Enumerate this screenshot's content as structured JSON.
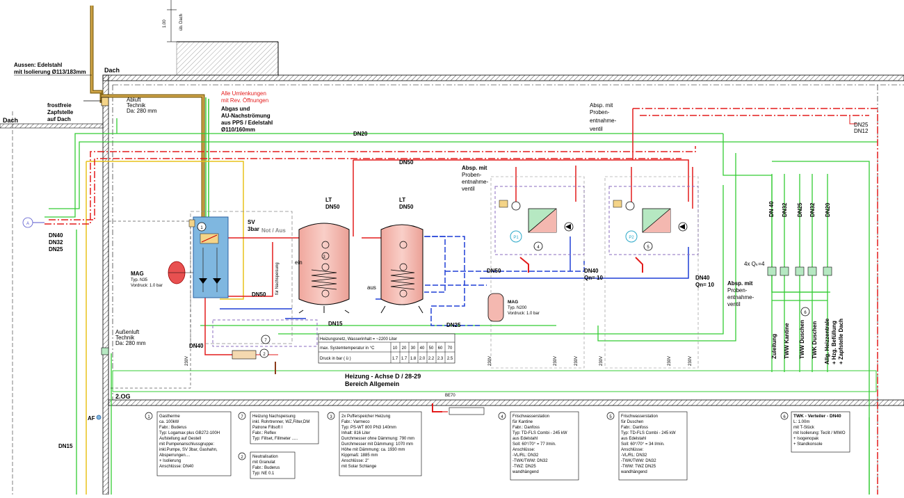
{
  "labels": {
    "aussen": "Aussen: Edelstahl",
    "aussen_iso": "mit Isolierung Ø113/183mm",
    "dach_top": "Dach",
    "dach_left": "Dach",
    "ab_dach": "1.00",
    "ab_dach2": "üb. Dach",
    "frostfrei1": "frostfreie",
    "frostfrei2": "Zapfstelle",
    "frostfrei3": "auf Dach",
    "abluft1": "Abluft",
    "abluft2": "Technik",
    "abluft3": "Da: 280 mm",
    "umlenk1": "Alle Umlenkungen",
    "umlenk2": "mit Rev. Öffnungen",
    "abgas1": "Abgas und",
    "abgas2": "AU-Nachströmung",
    "abgas3": "aus PPS / Edelstahl",
    "abgas4": "Ø110/160mm",
    "dn20_top": "DN20",
    "dn50_top": "DN50",
    "absp_top1": "Absp. mit",
    "absp_top2": "Proben-",
    "absp_top3": "entnahme-",
    "absp_top4": "ventil",
    "dn25_r": "DN25",
    "dn12_r": "DN12",
    "absp_mid1": "Absp. mit",
    "absp_mid2": "Proben-",
    "absp_mid3": "entnahme-",
    "absp_mid4": "ventil",
    "lt1": "LT",
    "lt1_dn": "DN50",
    "lt2": "LT",
    "lt2_dn": "DN50",
    "sv": "SV",
    "sv_bar": "3bar",
    "notaus": "Not / Aus",
    "mag1": "MAG",
    "mag1_typ": "Typ. N35",
    "mag1_vor": "Vordruck: 1.0 bar",
    "ein": "ein",
    "aus": "aus",
    "dn50_mid": "DN50",
    "dn50_left": "DN50",
    "dn15": "DN15",
    "dn40_left": "DN40",
    "dn25_mid": "DN25",
    "dn40_qn1": "DN40",
    "qn1": "Qn= 10",
    "dn40_qn2": "DN40",
    "qn2": "Qn= 10",
    "mag2": "MAG",
    "mag2_typ": "Typ. N200",
    "mag2_vor": "Vordruck: 1.0 bar",
    "nachsp": "für Nachspeisung",
    "p1": "P1",
    "p2": "P2",
    "a_circle": "A",
    "dn40_a": "DN40",
    "dn32_a": "DN32",
    "dn25_a": "DN25",
    "aussenluft1": "Außenluft",
    "aussenluft2": "Technik",
    "aussenluft3": "Da: 280 mm",
    "dn40_v": "DN 40",
    "dn32_v1": "DN32",
    "dn25_v": "DN25",
    "dn32_v2": "DN32",
    "dn20_v": "DN20",
    "qk": "4x Qₖ=4",
    "absp_r1": "Absp. mit",
    "absp_r2": "Proben-",
    "absp_r3": "entnahme-",
    "absp_r4": "ventil",
    "zuleitung": "Zuleitung",
    "tww_kantine": "TWW Kantine",
    "tww_duschen": "TWW Duschen",
    "tww_duschen2": "TWK Duschen",
    "allg1": "Allg. Heizzentrale",
    "allg2": "+ Hzg. Befüllung",
    "allg3": "+ Zapfstelle Dach",
    "heizung_title": "Heizung - Achse  D / 28-29",
    "bereich": "Bereich Allgemein",
    "og": "2.OG",
    "af": "AF",
    "dn15_left": "DN15",
    "be70": "BE70",
    "v230a": "230V",
    "v230b": "230V",
    "v230c": "230V",
    "v230d": "230V",
    "v230e": "230V",
    "v230f": "230V",
    "v230g": "230V"
  },
  "table": {
    "row1": "Heizungsnetz, Wasserinhalt = ~2200 Liter",
    "row2_label": "max. Systemtemperatur in °C",
    "row3_label": "Druck in bar ( ü )",
    "temps": [
      "10",
      "20",
      "30",
      "40",
      "50",
      "60",
      "70"
    ],
    "pressures": [
      "1.7",
      "1.7",
      "1.8",
      "2.0",
      "2.2",
      "2.3",
      "2.5"
    ]
  },
  "legend": [
    {
      "num": "1",
      "lines": [
        "Gastherme",
        "ca. 100kW",
        "Fabr.: Buderus",
        "Typ: Logamax plus GB272-100H",
        "Aufstellung auf Gestell",
        "mit Pumpenanschlussgruppe:",
        "inkl.Pumpe, SV 3bar, Gashahn,",
        "Absperrungen....",
        "+ Isolierung",
        "Anschlüsse: DN40"
      ]
    },
    {
      "num": "7",
      "lines": [
        "Heizung Nachspeisung",
        "inkl. Rohrtrenner, WZ,Filter,DM",
        "Patrone Fillsoft I",
        "Fabr.: Reflex",
        "Typ: Fillset, Fillmeter ....."
      ]
    },
    {
      "num": "2",
      "lines": [
        "Neutralisation",
        "mit Granulat",
        "Fabr.: Buderus",
        "Typ: NE 0.1"
      ]
    },
    {
      "num": "3",
      "lines": [
        "2x Pufferspeicher Heizung",
        "Fabr.: Varmeco",
        "Typ: PS-WT 800 PN3  140mm",
        "Inhalt: 816 Liter",
        "Durchmesser ohne Dämmung: 790 mm",
        "Durchmesser mit Dämmung: 1070 mm",
        "Höhe mit Dämmung: ca. 1930 mm",
        "Kippmaß: 1885 mm",
        "Anschlüsse: 2\"",
        "mit Solar Schlange"
      ]
    },
    {
      "num": "4",
      "lines": [
        "Frischwasserstation",
        "für Kantine",
        "Fabr.: Danfoss",
        "Typ: TD-FLS Combi - 245 kW",
        "aus Edelstahl",
        "Soll: 60°/70° = 77 l/min.",
        "Anschlüsse:",
        "-VL/RL: DN32",
        "-TWK/TWW: DN32",
        "-TWZ: DN25",
        "wandhängend"
      ]
    },
    {
      "num": "5",
      "lines": [
        "Frischwasserstation",
        "für Duschen",
        "Fabr.: Danfoss",
        "Typ: TD-FLS Combi - 245 kW",
        "aus Edelstahl",
        "Soll: 60°/70° = 34 l/min.",
        "Anschlüsse:",
        "-VL/RL: DN32",
        "-TWK/TWW: DN32",
        "-TWW: TWZ DN25",
        "wandhängend"
      ]
    },
    {
      "num": "6",
      "lines": [
        "TWK - Verteiler - DN40",
        "L: 1.00m",
        "mit T-Stück",
        "mit Isolierung: Teclit / MIWO",
        "+ Isogenopak",
        "+ Standkonsole"
      ]
    }
  ],
  "colors": {
    "flow": "#e31b1b",
    "return": "#1f3fd6",
    "cold": "#33cc33",
    "gas": "#e8c21a",
    "exhaust": "#8b6b1a",
    "tank": "#f4b8b0"
  }
}
